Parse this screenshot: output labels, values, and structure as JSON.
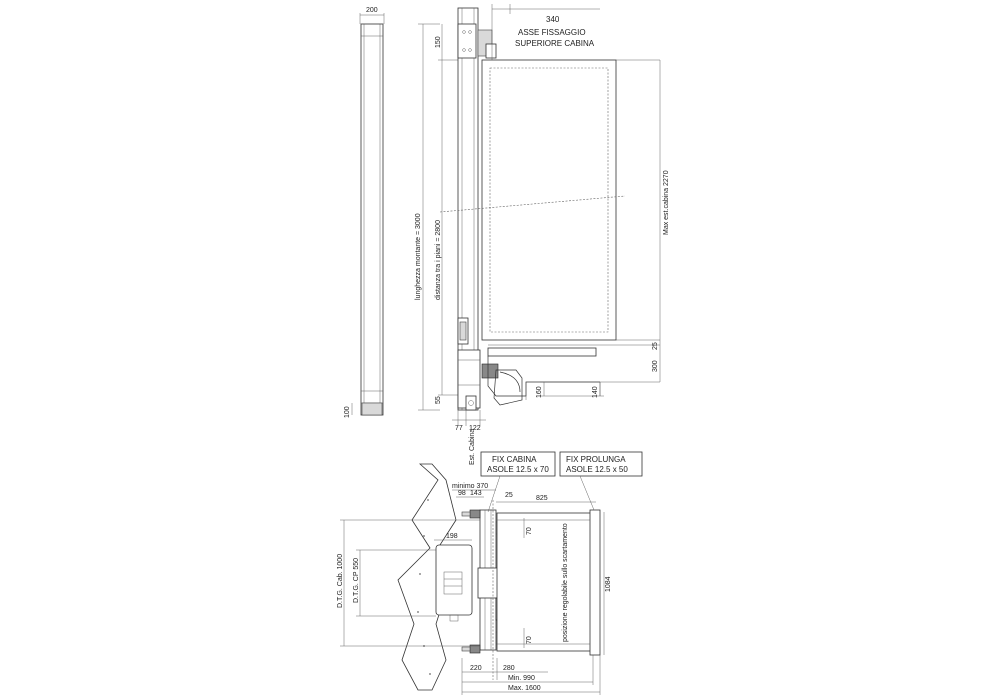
{
  "column": {
    "width_label": "200",
    "base_label": "100",
    "length_label": "lunghezza montante = 3000"
  },
  "rail": {
    "top_offset_label": "150",
    "floor_distance_label": "distanza tra i piani = 2800",
    "bottom_offset_label": "55",
    "left_offset_label": "77",
    "right_offset_label": "122",
    "car_label": "Est. Cabina"
  },
  "axis_note": {
    "value": "340",
    "line1": "ASSE FISSAGGIO",
    "line2": "SUPERIORE CABINA"
  },
  "cabin": {
    "max_height_label": "Max est.cabina 2270",
    "dim_25": "25",
    "dim_300": "300",
    "dim_140": "140",
    "dim_160": "160"
  },
  "plan": {
    "fix_cabina": {
      "line1": "FIX CABINA",
      "line2": "ASOLE 12.5 x 70"
    },
    "fix_prolunga": {
      "line1": "FIX PROLUNGA",
      "line2": "ASOLE 12.5 x 50"
    },
    "minimo": "minimo 370",
    "d98": "98",
    "d143": "143",
    "d25": "25",
    "d825": "825",
    "d198": "198",
    "d70a": "70",
    "d70b": "70",
    "d1084": "1084",
    "dtg_cab": "D.T.G. Cab. 1000",
    "dtg_cp": "D.T.G. CP 550",
    "slot_note": "posizione regolabile sullo scartamento",
    "d220": "220",
    "d280": "280",
    "min990": "Min. 990",
    "max1600": "Max. 1600"
  }
}
